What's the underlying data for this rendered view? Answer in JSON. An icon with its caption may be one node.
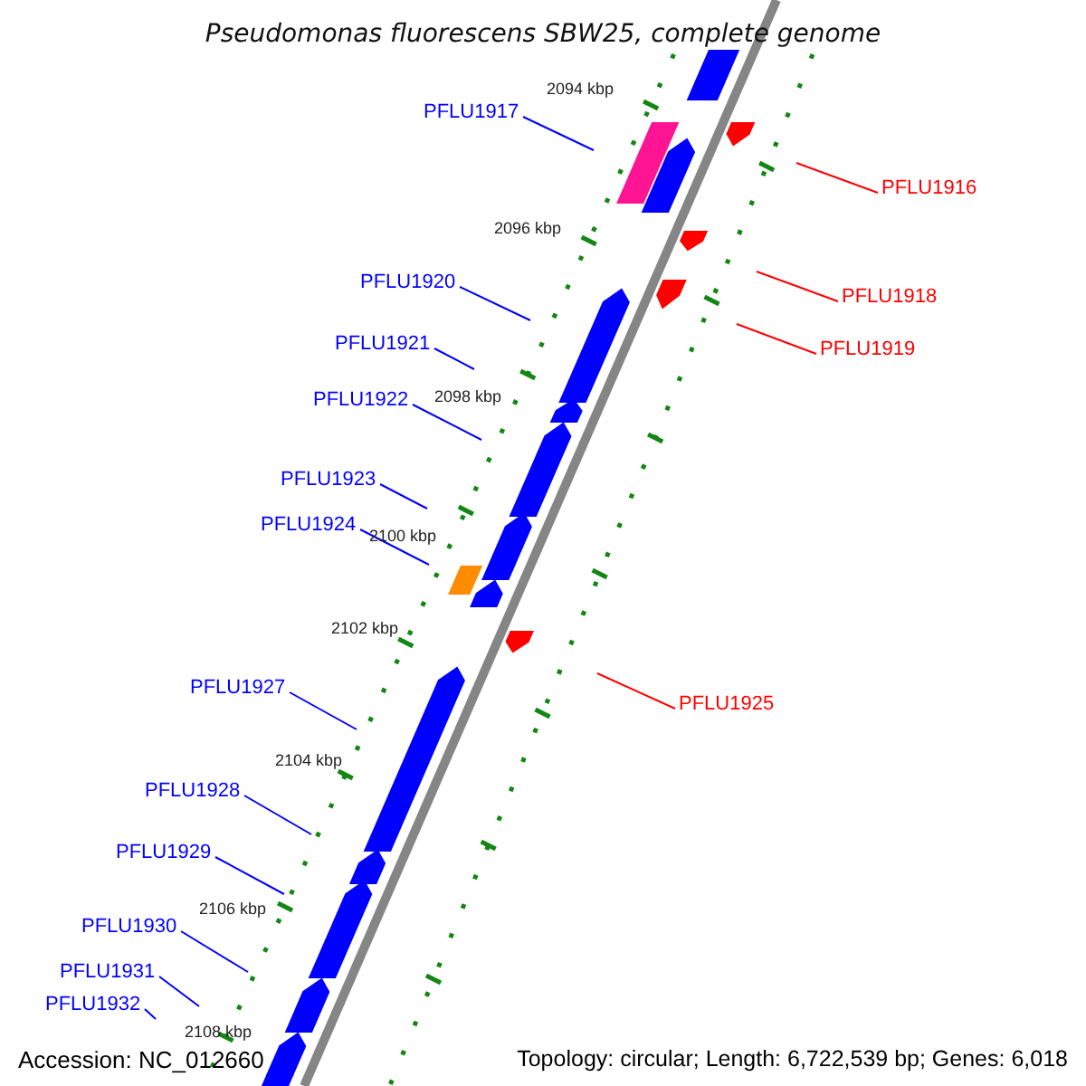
{
  "diagram": {
    "title": "Pseudomonas fluorescens SBW25, complete genome",
    "nodes": [
      {
        "text": [
          "PFLU1917"
        ]
      },
      {
        "text": [
          "PFLU1916"
        ]
      },
      {
        "text": [
          "PFLU1920"
        ]
      },
      {
        "text": [
          "PFLU1918"
        ]
      },
      {
        "text": [
          "PFLU1921"
        ]
      },
      {
        "text": [
          "PFLU1919"
        ]
      },
      {
        "text": [
          "PFLU1922"
        ]
      },
      {
        "text": [
          "PFLU1923"
        ]
      },
      {
        "text": [
          "PFLU1924"
        ]
      },
      {
        "text": [
          "PFLU1927"
        ]
      },
      {
        "text": [
          "PFLU1925"
        ]
      },
      {
        "text": [
          "PFLU1928"
        ]
      },
      {
        "text": [
          "PFLU1929"
        ]
      },
      {
        "text": [
          "PFLU1930"
        ]
      },
      {
        "text": [
          "PFLU1931"
        ]
      },
      {
        "text": [
          "PFLU1932"
        ]
      }
    ],
    "edges": [
      {
        "from": 0,
        "to": null,
        "arrow": "none"
      },
      {
        "from": 1,
        "to": null,
        "arrow": "none",
        "color": "#ff0000"
      },
      {
        "from": 2,
        "to": null,
        "arrow": "none"
      },
      {
        "from": 3,
        "to": null,
        "arrow": "none",
        "color": "#ff0000"
      },
      {
        "from": 4,
        "to": null,
        "arrow": "none"
      },
      {
        "from": 5,
        "to": null,
        "arrow": "none",
        "color": "#ff0000"
      },
      {
        "from": 6,
        "to": null,
        "arrow": "none"
      },
      {
        "from": 7,
        "to": null,
        "arrow": "none"
      },
      {
        "from": 8,
        "to": null,
        "arrow": "none"
      },
      {
        "from": 9,
        "to": null,
        "arrow": "none"
      },
      {
        "from": 10,
        "to": null,
        "arrow": "none",
        "color": "#ff0000"
      },
      {
        "from": 11,
        "to": null,
        "arrow": "none"
      },
      {
        "from": 12,
        "to": null,
        "arrow": "none"
      },
      {
        "from": 13,
        "to": null,
        "arrow": "none"
      },
      {
        "from": 14,
        "to": null,
        "arrow": "none"
      },
      {
        "from": 15,
        "to": null,
        "arrow": "none"
      }
    ],
    "labels": [
      "2094 kbp",
      "2096 kbp",
      "2098 kbp",
      "2100 kbp",
      "2102 kbp",
      "2104 kbp",
      "2106 kbp",
      "2108 kbp",
      "Accession: NC_012660",
      "Topology: circular; Length: 6,722,539 bp; Genes: 6,018"
    ]
  }
}
